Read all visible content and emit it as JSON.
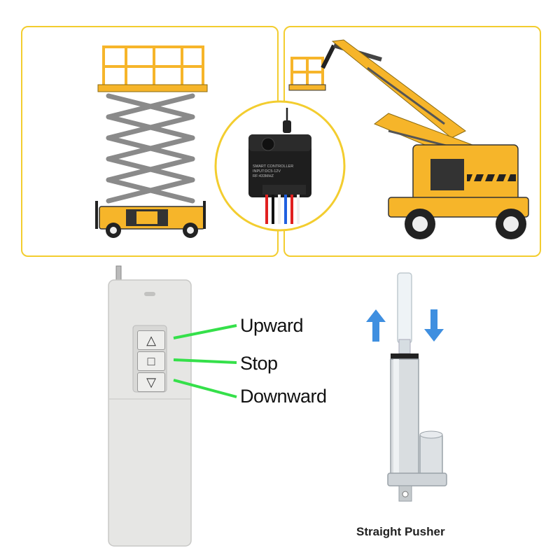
{
  "colors": {
    "panel_border": "#f3cd2f",
    "machine_yellow": "#f6b52a",
    "machine_dark": "#222222",
    "scissor_grey": "#8a8a8a",
    "signal_green": "#35e04a",
    "arrow_blue": "#3f8fe0",
    "remote_body": "#e6e6e4"
  },
  "panels": {
    "left": {
      "icon": "scissor-lift-illustration"
    },
    "right": {
      "icon": "boom-lift-illustration"
    },
    "center": {
      "icon": "receiver-module-illustration"
    }
  },
  "receiver": {
    "label_line1": "SMART CONTROLLER",
    "label_line2": "INPUT:DC5-12V",
    "label_line3": "RF:433MHZ",
    "wire_colors": [
      "#e02020",
      "#111111",
      "#f0f0f0",
      "#2060e0",
      "#e02020",
      "#f0f0f0"
    ]
  },
  "remote": {
    "buttons": [
      {
        "name": "up",
        "glyph": "△"
      },
      {
        "name": "stop",
        "glyph": "□"
      },
      {
        "name": "down",
        "glyph": "▽"
      }
    ]
  },
  "callouts": {
    "upward": "Upward",
    "stop": "Stop",
    "downward": "Downward"
  },
  "actuator": {
    "caption": "Straight Pusher",
    "icon": "linear-actuator-illustration"
  }
}
